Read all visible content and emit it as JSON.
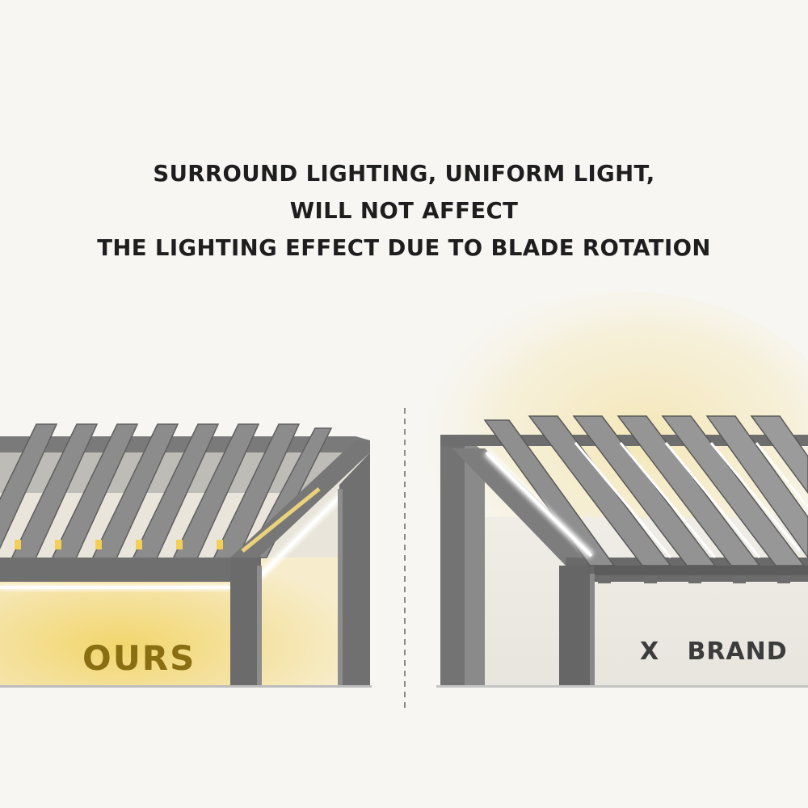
{
  "headline": {
    "line1": "SURROUND LIGHTING, UNIFORM LIGHT,",
    "line2": "WILL NOT AFFECT",
    "line3": "THE LIGHTING EFFECT DUE TO BLADE ROTATION"
  },
  "labels": {
    "ours": "OURS",
    "brand": "X   BRAND"
  },
  "colors": {
    "ours_text": "#8a6e12",
    "brand_text": "#3c3c3c",
    "warm_glow": "#f6e3a2",
    "frame_gray": "#6b6b6b",
    "led_white": "#ffffff"
  }
}
